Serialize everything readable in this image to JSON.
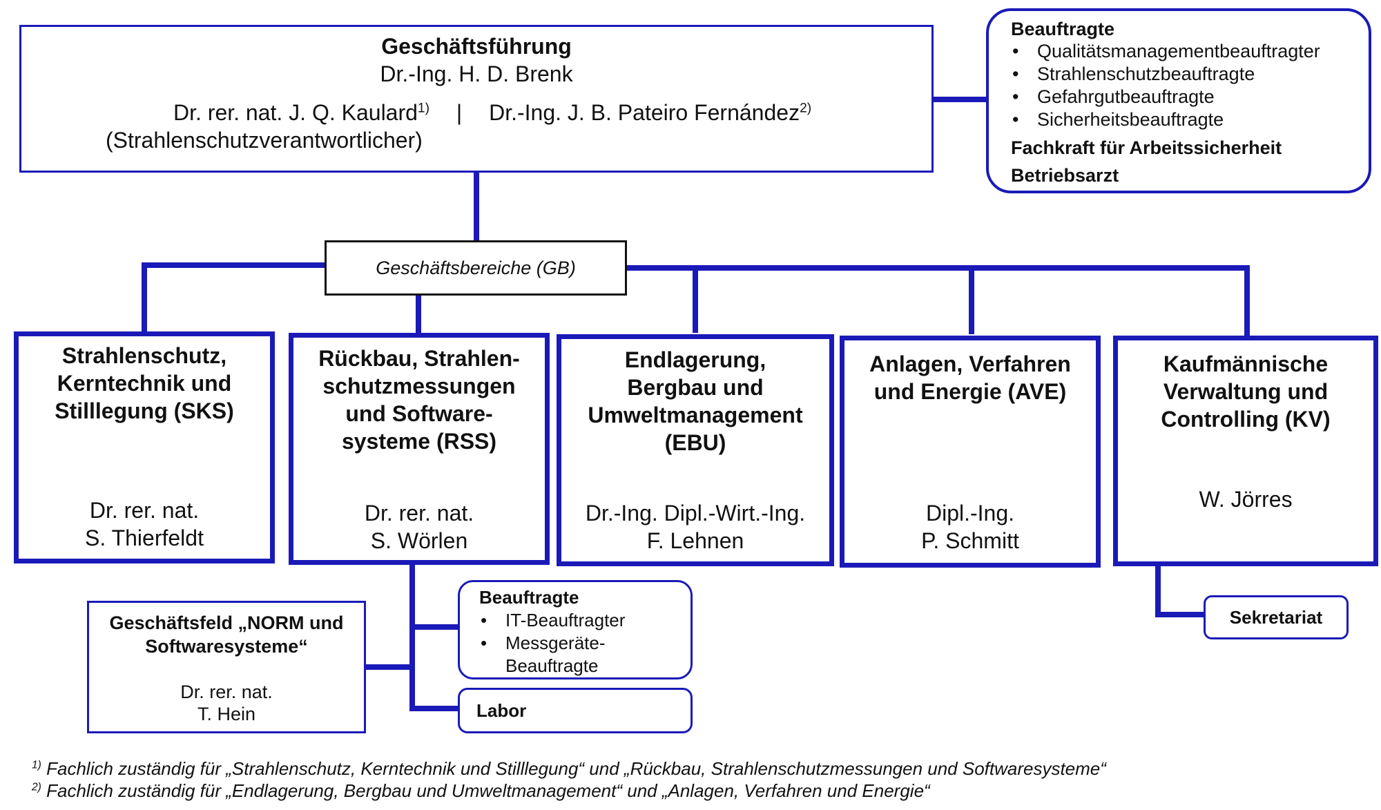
{
  "management": {
    "title": "Geschäftsführung",
    "head": "Dr.-Ing. H. D. Brenk",
    "member1": "Dr. rer. nat. J. Q. Kaulard",
    "member1_sup": "1)",
    "separator": "|",
    "member2": "Dr.-Ing. J. B. Pateiro Fernández",
    "member2_sup": "2)",
    "member1_role": "(Strahlenschutzverantwortlicher)"
  },
  "officers": {
    "title": "Beauftragte",
    "items": [
      "Qualitätsmanagementbeauftragter",
      "Strahlenschutzbeauftragte",
      "Gefahrgutbeauftragte",
      "Sicherheitsbeauftragte"
    ],
    "safety": "Fachkraft für Arbeitssicherheit",
    "doctor": "Betriebsarzt"
  },
  "business_areas_label": "Geschäftsbereiche (GB)",
  "departments": [
    {
      "name": "Strahlenschutz, Kerntechnik und Stilllegung (SKS)",
      "lead1": "Dr. rer. nat.",
      "lead2": "S. Thierfeldt"
    },
    {
      "name": "Rückbau, Strahlen-schutzmessungen und Software-systeme (RSS)",
      "lead1": "Dr. rer. nat.",
      "lead2": "S. Wörlen"
    },
    {
      "name": "Endlagerung, Bergbau und Umweltmanagement (EBU)",
      "lead1": "Dr.-Ing. Dipl.-Wirt.-Ing.",
      "lead2": "F. Lehnen"
    },
    {
      "name": "Anlagen, Verfahren und Energie (AVE)",
      "lead1": "Dipl.-Ing.",
      "lead2": "P. Schmitt"
    },
    {
      "name": "Kaufmännische Verwaltung und Controlling (KV)",
      "lead1": "W. Jörres",
      "lead2": ""
    }
  ],
  "business_field": {
    "title": "Geschäftsfeld „NORM und Softwaresysteme“",
    "lead1": "Dr. rer. nat.",
    "lead2": "T. Hein"
  },
  "rss_officers": {
    "title": "Beauftragte",
    "items": [
      "IT-Beauftragter",
      "Messgeräte-Beauftragte"
    ]
  },
  "lab": "Labor",
  "secretariat": "Sekretariat",
  "footnotes": [
    {
      "mark": "1)",
      "text": "Fachlich zuständig für „Strahlenschutz, Kerntechnik und Stilllegung“ und „Rückbau, Strahlenschutzmessungen und Softwaresysteme“"
    },
    {
      "mark": "2)",
      "text": "Fachlich zuständig für „Endlagerung, Bergbau und Umweltmanagement“ und „Anlagen, Verfahren und Energie“"
    }
  ],
  "colors": {
    "line": "#1a1ab8",
    "box_border": "#1a1ab8",
    "gb_border": "#111111"
  }
}
